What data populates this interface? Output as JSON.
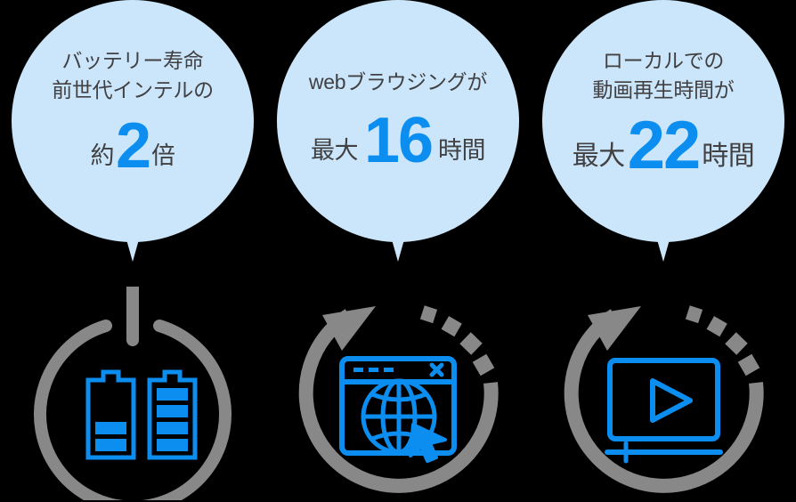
{
  "page": {
    "background_color": "#000000",
    "bubble_color": "#cbe6fa",
    "accent_blue": "#0b8ef0",
    "text_gray": "#414042",
    "icon_gray": "#888888"
  },
  "panels": [
    {
      "id": "battery-life",
      "bubble": {
        "lead": "バッテリー寿命\n前世代インテルの",
        "stat_prefix": "約",
        "stat_number": "2",
        "stat_suffix": "倍"
      },
      "icon": {
        "name": "power-battery-icon",
        "description": "power-ring-with-two-batteries",
        "ring_color": "#888888",
        "detail_color": "#0b8ef0",
        "battery_left_bars": 2,
        "battery_right_bars": 4
      }
    },
    {
      "id": "web-browsing",
      "bubble": {
        "lead": "webブラウジングが",
        "stat_prefix": "最大",
        "stat_number": "16",
        "stat_suffix": "時間"
      },
      "icon": {
        "name": "browser-refresh-icon",
        "description": "dashed-circular-arrow-with-browser-globe",
        "ring_color": "#888888",
        "detail_color": "#0b8ef0"
      }
    },
    {
      "id": "local-video-playback",
      "bubble": {
        "lead": "ローカルでの\n動画再生時間が",
        "stat_prefix": "最大",
        "stat_number": "22",
        "stat_suffix": "時間"
      },
      "icon": {
        "name": "video-playback-icon",
        "description": "dashed-circular-arrow-with-video-player",
        "ring_color": "#888888",
        "detail_color": "#0b8ef0"
      }
    }
  ]
}
